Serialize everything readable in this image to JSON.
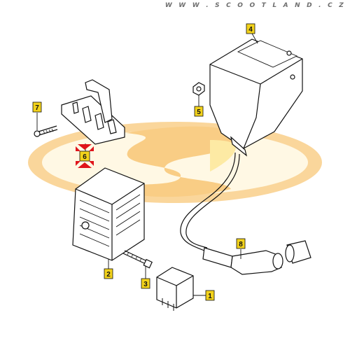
{
  "watermark": "W W W . S C O O T L A N D . C Z",
  "colors": {
    "label_fill": "#f2d21b",
    "highlight": "#e0141b",
    "logo_orange": "#f6a01f",
    "logo_yellow": "#fcd95a",
    "line": "#111111"
  },
  "parts": [
    {
      "id": "part-1",
      "label": "1",
      "name": "relay"
    },
    {
      "id": "part-2",
      "label": "2",
      "name": "regulator-rectifier"
    },
    {
      "id": "part-3",
      "label": "3",
      "name": "bolt"
    },
    {
      "id": "part-4",
      "label": "4",
      "name": "ignition-coil"
    },
    {
      "id": "part-5",
      "label": "5",
      "name": "nut"
    },
    {
      "id": "part-6",
      "label": "6",
      "name": "mounting-bracket"
    },
    {
      "id": "part-7",
      "label": "7",
      "name": "screw"
    },
    {
      "id": "part-8",
      "label": "8",
      "name": "spark-plug-cap"
    }
  ]
}
